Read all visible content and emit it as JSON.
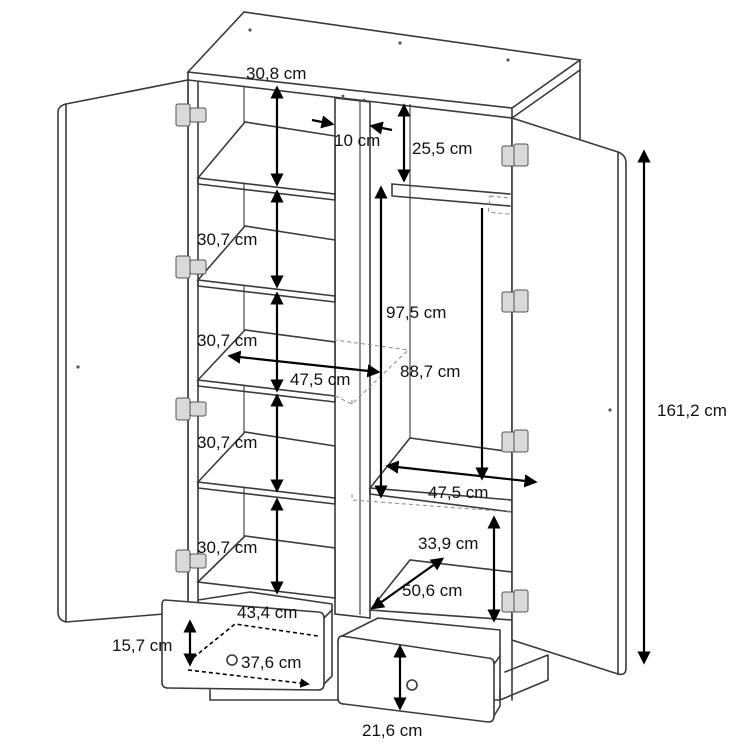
{
  "labels": {
    "top_width": "30,8 cm",
    "divider_width": "10 cm",
    "right_top_gap": "25,5 cm",
    "shelf_1": "30,7 cm",
    "shelf_2": "30,7 cm",
    "shelf_3": "30,7 cm",
    "shelf_4": "30,7 cm",
    "shelf_depth_left": "47,5 cm",
    "hanging_height": "97,5 cm",
    "rail_height": "88,7 cm",
    "shelf_depth_right": "47,5 cm",
    "bottom_right_height": "33,9 cm",
    "bottom_right_depth": "50,6 cm",
    "drawer_width": "43,4 cm",
    "drawer_height": "15,7 cm",
    "drawer_depth": "37,6 cm",
    "total_height": "161,2 cm",
    "front_drawer_height": "21,6 cm"
  },
  "colors": {
    "line": "#3a3a3a",
    "arrow": "#000000",
    "hinge": "#d9d9d9"
  }
}
